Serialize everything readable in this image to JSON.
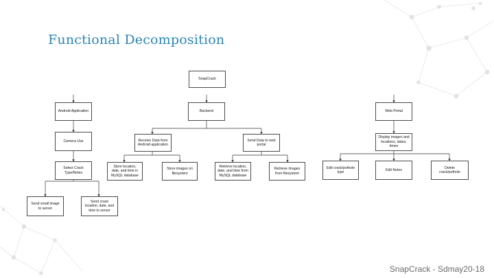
{
  "slide": {
    "title": "Functional Decomposition",
    "footer": "SnapCrack - Sdmay20-18"
  },
  "diagram": {
    "root": "SnapCrack",
    "android": {
      "label": "Android Application",
      "camera": "Camera Use",
      "select": "Select Crack Type/Notes",
      "send_image": "Send small image to server",
      "send_loc": "Send crack location, date, and time to server"
    },
    "backend": {
      "label": "Backend",
      "receive": "Receive Data from Android application",
      "store_sql": "Store location, date, and time in MySQL database",
      "store_fs": "Store images on filesystem",
      "send_portal": "Send Data to web portal",
      "retrieve_sql": "Retrieve location, date, and time from MySQL database",
      "retrieve_fs": "Retrieve images from filesystem"
    },
    "web": {
      "label": "Web Portal",
      "display": "Display images and locations, dates, times",
      "edit_type": "Edit crack/pothole type",
      "edit_notes": "Edit Notes",
      "delete": "Delete crack/pothole"
    }
  }
}
